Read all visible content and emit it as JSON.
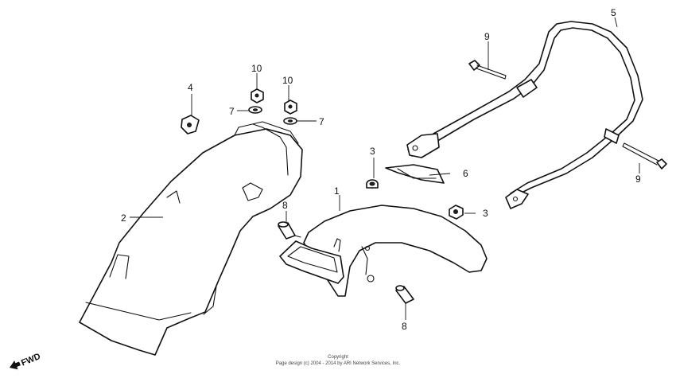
{
  "callouts": {
    "c1": "1",
    "c2": "2",
    "c3a": "3",
    "c3b": "3",
    "c4": "4",
    "c5": "5",
    "c6": "6",
    "c7a": "7",
    "c7b": "7",
    "c8a": "8",
    "c8b": "8",
    "c9a": "9",
    "c9b": "9",
    "c10a": "10",
    "c10b": "10"
  },
  "fwd_label": "FWD",
  "copyright": {
    "line1": "Copyright",
    "line2": "Page design (c) 2004 - 2014 by ARI Network Services, Inc."
  },
  "colors": {
    "ink": "#111111",
    "background": "#ffffff"
  }
}
